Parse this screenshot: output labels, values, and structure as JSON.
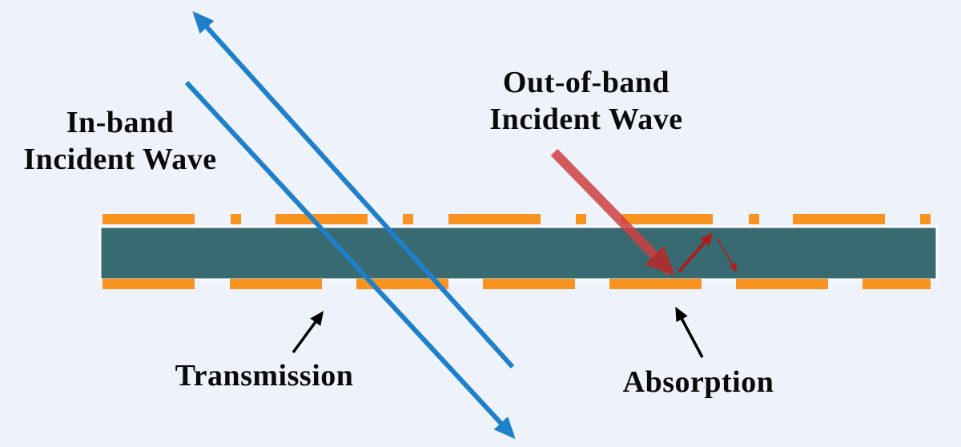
{
  "labels": {
    "in_band_line1": "In-band",
    "in_band_line2": "Incident Wave",
    "out_of_band_line1": "Out-of-band",
    "out_of_band_line2": "Incident Wave",
    "transmission": "Transmission",
    "absorption": "Absorption"
  },
  "colors": {
    "background": "#eef2fb",
    "substrate": "#386a72",
    "metal_pattern": "#f7931e",
    "in_band_wave": "#1e7fcb",
    "out_of_band_wave": "#cd4040",
    "reflected_wave": "#b01c1c",
    "pointer_arrow": "#000000"
  }
}
